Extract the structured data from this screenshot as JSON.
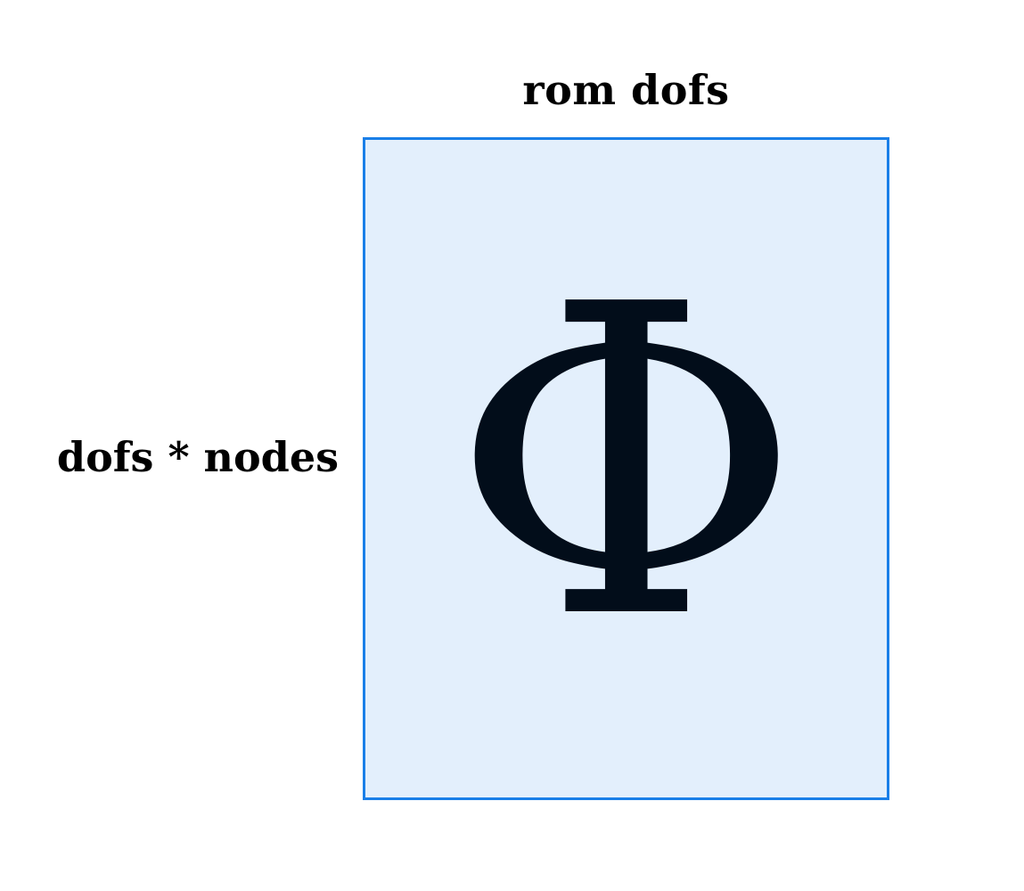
{
  "diagram": {
    "column_label": "rom dofs",
    "row_label": "dofs * nodes",
    "matrix_symbol": "Φ",
    "colors": {
      "matrix_border": "#1a7fe8",
      "matrix_fill": "#e3effc",
      "symbol": "#020d1a",
      "label_text": "#000000"
    }
  }
}
